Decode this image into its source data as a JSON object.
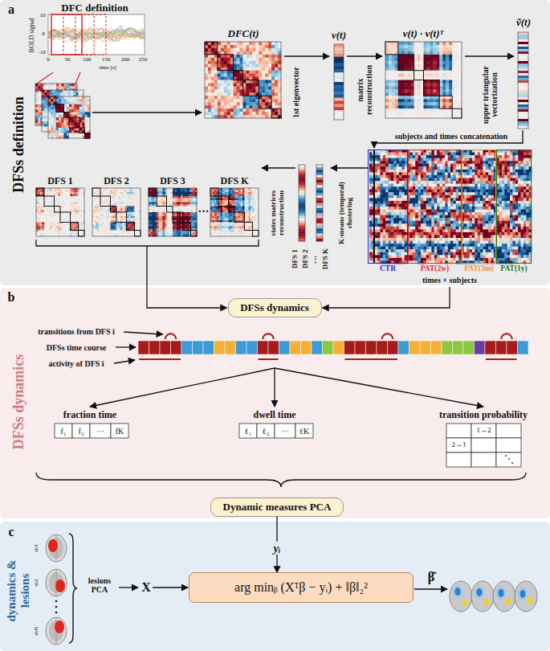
{
  "diagram": {
    "nodes": [
      {
        "text": [
          "CTR"
        ]
      },
      {
        "text": [
          "PAT(2w)"
        ]
      },
      {
        "text": [
          "PAT(3m)"
        ]
      },
      {
        "text": [
          "PAT(1y)"
        ]
      },
      {
        "text": [
          "DFSs dynamics"
        ]
      },
      {
        "text": [
          "Dynamic measures PCA"
        ]
      },
      {
        "text": [
          "arg minᵦ (Xᵀβ − yᵢ) + ‖β‖₂²"
        ]
      }
    ],
    "edges": [
      {
        "from": 5,
        "to": 6,
        "arrow": "to",
        "label": "yᵢ"
      }
    ],
    "labels": [
      "a",
      "DFSs definition",
      "DFC definition",
      "BOLD signal",
      "10",
      "0",
      "-10",
      "0",
      "50",
      "100",
      "150",
      "200",
      "250",
      "time [s]",
      "DFC(t)",
      "1st eigenvector",
      "v(t)",
      "matrix reconstruction",
      "v(t) · v(t)ᵀ",
      "upper triangular vectorization",
      "ṽ(t)",
      "subjects and times concatenation",
      "K-means (temporal) clustering",
      "times × subjects",
      "DFS 1",
      "DFS 2",
      "⋮",
      "DFS K",
      "states matrices reconstruction",
      "DFS 1",
      "DFS 2",
      "DFS 3",
      "···",
      "DFS K",
      "b",
      "DFSs dynamics",
      "transitions from DFS i",
      "DFSs time course",
      "activity of DFS i",
      "fraction time",
      "dwell time",
      "transition probability",
      "f₁",
      "f₂",
      "···",
      "fK",
      "ℓ₁",
      "ℓ₂",
      "···",
      "ℓK",
      "1→2",
      "2→1",
      "⋱",
      "c",
      "dynamics & lesions",
      "sb1",
      "sb2",
      "sbN",
      "lesions PCA",
      "X",
      "β̂"
    ]
  }
}
